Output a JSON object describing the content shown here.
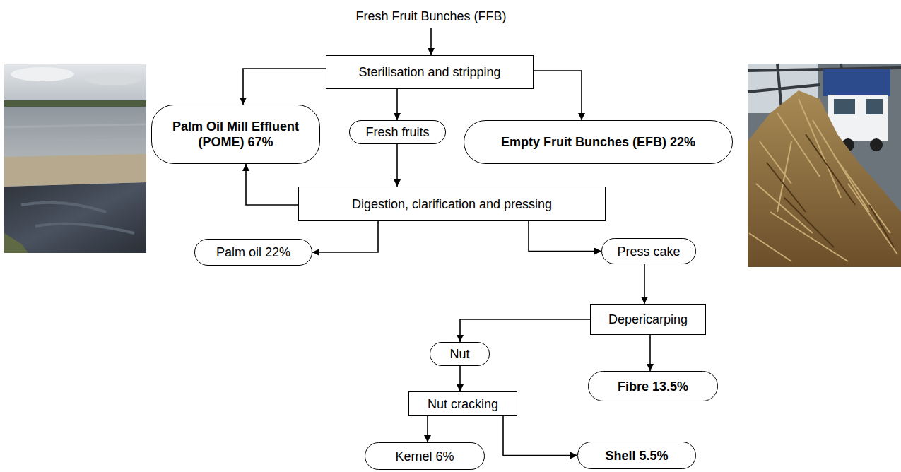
{
  "diagram": {
    "nodes": [
      {
        "text": [
          "Fresh Fruit Bunches (FFB)"
        ]
      },
      {
        "text": [
          "Sterilisation and stripping"
        ]
      },
      {
        "text": [
          "Palm Oil Mill Effluent (POME) 67%"
        ]
      },
      {
        "text": [
          "Fresh fruits"
        ]
      },
      {
        "text": [
          "Empty Fruit Bunches (EFB) 22%"
        ]
      },
      {
        "text": [
          "Digestion, clarification and pressing"
        ]
      },
      {
        "text": [
          "Palm oil 22%"
        ]
      },
      {
        "text": [
          "Press cake"
        ]
      },
      {
        "text": [
          "Depericarping"
        ]
      },
      {
        "text": [
          "Nut"
        ]
      },
      {
        "text": [
          "Fibre 13.5%"
        ]
      },
      {
        "text": [
          "Nut cracking"
        ]
      },
      {
        "text": [
          "Kernel 6%"
        ]
      },
      {
        "text": [
          "Shell 5.5%"
        ]
      }
    ],
    "edges": [
      {
        "from": 0,
        "to": 1,
        "arrow": "to"
      },
      {
        "from": 1,
        "to": 2,
        "arrow": "to"
      },
      {
        "from": 1,
        "to": 3,
        "arrow": "to"
      },
      {
        "from": 1,
        "to": 4,
        "arrow": "to"
      },
      {
        "from": 3,
        "to": 5,
        "arrow": "to"
      },
      {
        "from": 5,
        "to": 2,
        "arrow": "to"
      },
      {
        "from": 5,
        "to": 6,
        "arrow": "to"
      },
      {
        "from": 5,
        "to": 7,
        "arrow": "to"
      },
      {
        "from": 7,
        "to": 8,
        "arrow": "to"
      },
      {
        "from": 8,
        "to": 9,
        "arrow": "to"
      },
      {
        "from": 8,
        "to": 10,
        "arrow": "to"
      },
      {
        "from": 9,
        "to": 11,
        "arrow": "to"
      },
      {
        "from": 11,
        "to": 12,
        "arrow": "to"
      },
      {
        "from": 11,
        "to": 13,
        "arrow": "to"
      }
    ]
  }
}
